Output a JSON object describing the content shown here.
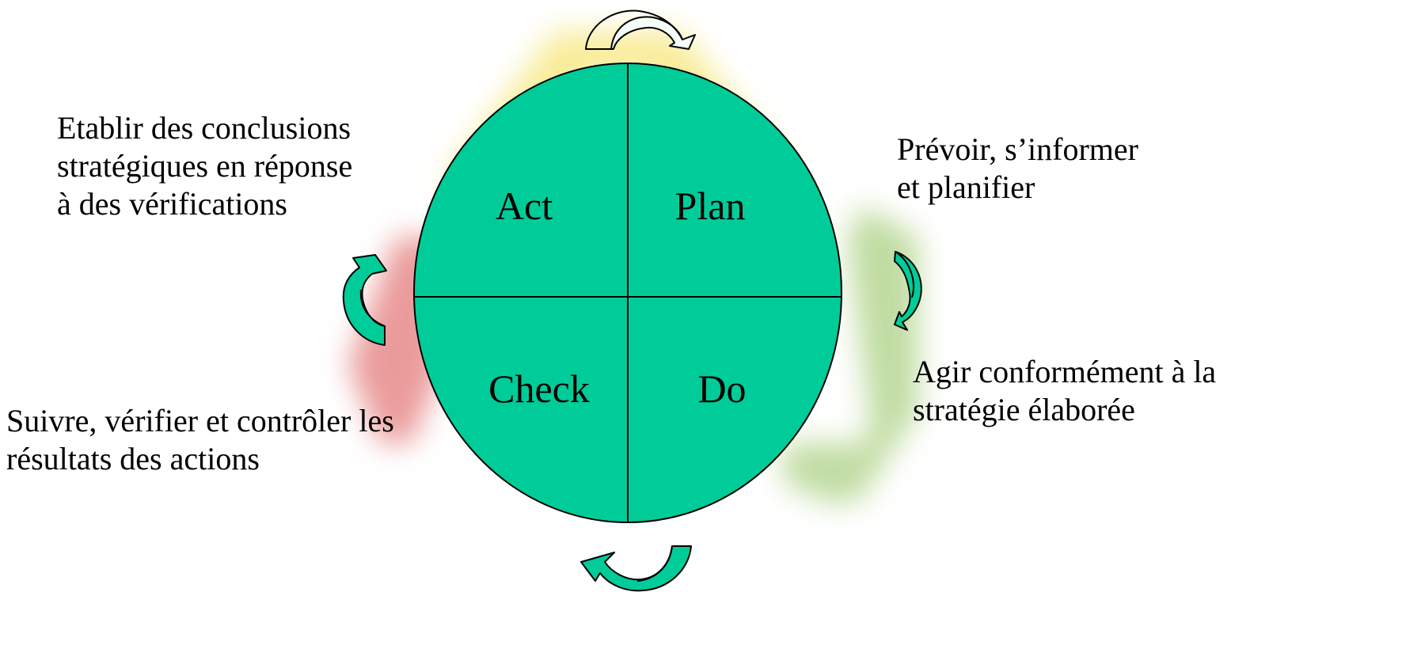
{
  "diagram": {
    "colors": {
      "circle_fill": "#00CC99",
      "circle_stroke": "#000000",
      "arrow_fill": "#00CC99",
      "arrow_fill_light": "#F4FFF9",
      "background_triangle_yellow": "#F3DD45",
      "background_triangle_green": "#8DBF55",
      "background_triangle_red": "#D9484A"
    },
    "quadrants": {
      "act": "Act",
      "plan": "Plan",
      "check": "Check",
      "do": "Do"
    },
    "descriptions": {
      "act": "Etablir des conclusions\nstratégiques en réponse\nà des vérifications",
      "plan": "Prévoir, s’informer\net planifier",
      "do": "Agir conformément à la\nstratégie élaborée",
      "check": "Suivre, vérifier et contrôler les\nrésultats des actions"
    },
    "icons": {
      "top": "curved-arrow-right-icon",
      "right": "curved-arrow-down-icon",
      "bottom": "curved-arrow-left-icon",
      "left": "curved-arrow-up-icon"
    }
  }
}
